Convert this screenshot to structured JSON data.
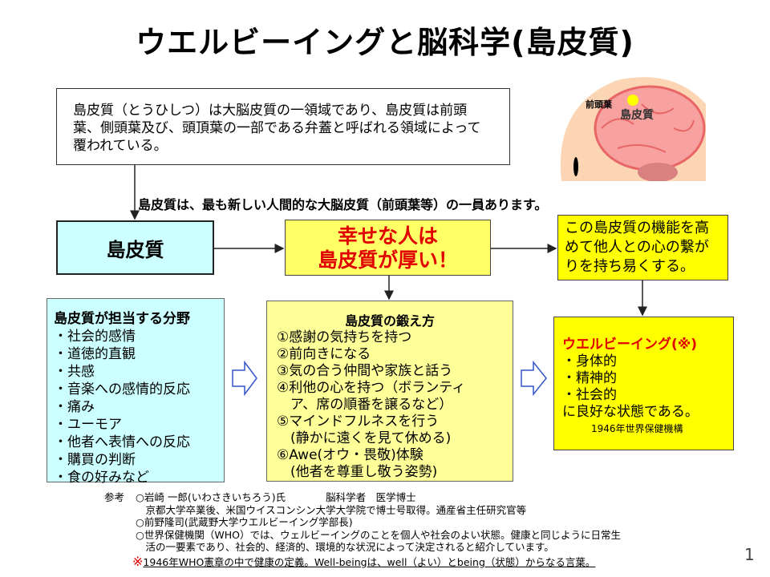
{
  "title": "ウエルビーイングと脳科学(島皮質)",
  "intro": "島皮質（とうひしつ）は大脳皮質の一領域であり、島皮質は前頭葉、側頭葉及び、頭頂葉の一部である弁蓋と呼ばれる領域によって覆われている。",
  "brain": {
    "label_frontal": "前頭葉",
    "label_insula": "島皮質"
  },
  "subtitle": "島皮質は、最も新しい人間的な大脳皮質（前頭葉等）の一員あります。",
  "insula_box": "島皮質",
  "happy": {
    "line1": "幸せな人は",
    "line2": "島皮質が厚い！"
  },
  "function": "この島皮質の機能を高めて他人との心の繋がりを持ち易くする。",
  "fields": {
    "heading": "島皮質が担当する分野",
    "items": [
      "・社会的感情",
      "・道徳的直観",
      "・共感",
      "・音楽への感情的反応",
      "・痛み",
      "・ユーモア",
      "・他者へ表情への反応",
      "・購買の判断",
      "・食の好みなど"
    ]
  },
  "training": {
    "heading": "島皮質の鍛え方",
    "items": [
      "①感謝の気持ちを持つ",
      "②前向きになる",
      "③気の合う仲間や家族と話う",
      "④利他の心を持つ（ボランティ",
      "　ア、席の順番を譲るなど）",
      "⑤マインドフルネスを行う",
      "　(静かに遠くを見て休める)",
      "⑥Awe(オウ・畏敬)体験",
      "　(他者を尊重し敬う姿勢)"
    ]
  },
  "wellbeing": {
    "heading": "ウエルビーイング(※)",
    "items": [
      "・身体的",
      "・精神的",
      "・社会的"
    ],
    "closing": "に良好な状態である。",
    "source": "1946年世界保健機構"
  },
  "refs": {
    "label": "参考",
    "lines": [
      "○岩崎 一郎(いわさきいちろう)氏　　　　脳科学者　医学博士",
      "京都大学卒業後、米国ウイスコンシン大学大学院で博士号取得。通産省主任研究官等",
      "○前野隆司(武蔵野大学ウエルビーイング学部長)",
      "○世界保健機関（WHO）では、ウェルビーイングのことを個人や社会のよい状態。健康と同じように日常生",
      "活の一要素であり、社会的、経済的、環境的な状況によって決定されると紹介しています。"
    ],
    "note_mark": "※",
    "note": "1946年WHO憲章の中で健康の定義。Well-beingは、well（よい）とbeing（状態）からなる言葉。"
  },
  "page_number": "1"
}
